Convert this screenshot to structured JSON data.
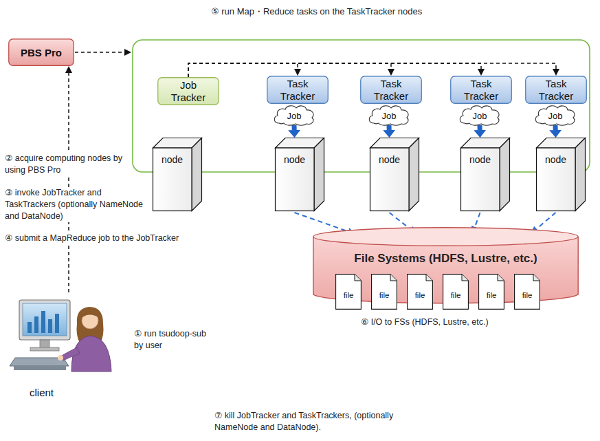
{
  "diagram": {
    "nodes": [
      {
        "text": [
          "PBS Pro"
        ]
      },
      {
        "text": [
          "Job Tracker"
        ]
      },
      {
        "text": [
          "Task Tracker"
        ]
      },
      {
        "text": [
          "Task Tracker"
        ]
      },
      {
        "text": [
          "Task Tracker"
        ]
      },
      {
        "text": [
          "Task Tracker"
        ]
      },
      {
        "text": [
          "Job"
        ]
      },
      {
        "text": [
          "Job"
        ]
      },
      {
        "text": [
          "Job"
        ]
      },
      {
        "text": [
          "Job"
        ]
      },
      {
        "text": [
          "node"
        ]
      },
      {
        "text": [
          "node"
        ]
      },
      {
        "text": [
          "node"
        ]
      },
      {
        "text": [
          "node"
        ]
      },
      {
        "text": [
          "node"
        ]
      },
      {
        "text": [
          "File Systems (HDFS, Lustre, etc.)"
        ]
      },
      {
        "text": [
          "file"
        ]
      },
      {
        "text": [
          "file"
        ]
      },
      {
        "text": [
          "file"
        ]
      },
      {
        "text": [
          "file"
        ]
      },
      {
        "text": [
          "file"
        ]
      },
      {
        "text": [
          "file"
        ]
      },
      {
        "text": [
          "client"
        ]
      }
    ],
    "edges": [
      {
        "from": 22,
        "to": 0,
        "arrow": "to"
      },
      {
        "from": 1,
        "to": 2,
        "arrow": "to"
      },
      {
        "from": 1,
        "to": 3,
        "arrow": "to"
      },
      {
        "from": 1,
        "to": 4,
        "arrow": "to"
      },
      {
        "from": 1,
        "to": 5,
        "arrow": "to"
      },
      {
        "from": 6,
        "to": 11,
        "arrow": "to"
      },
      {
        "from": 7,
        "to": 12,
        "arrow": "to"
      },
      {
        "from": 8,
        "to": 13,
        "arrow": "to"
      },
      {
        "from": 9,
        "to": 14,
        "arrow": "to"
      },
      {
        "from": 11,
        "to": 15,
        "arrow": "to"
      },
      {
        "from": 12,
        "to": 15,
        "arrow": "to"
      },
      {
        "from": 13,
        "to": 15,
        "arrow": "to"
      },
      {
        "from": 14,
        "to": 15,
        "arrow": "to"
      }
    ],
    "labels": [
      "⑤ run Map・Reduce tasks on the TaskTracker nodes",
      "② acquire computing nodes by using PBS Pro",
      "③ invoke JobTracker and TaskTrackers (optionally NameNode and DataNode)",
      "④ submit a MapReduce job to the JobTracker",
      "① run tsudoop-sub by user",
      "⑥ I/O to FSs (HDFS, Lustre, etc.)",
      "⑦ kill JobTracker and TaskTrackers, (optionally NameNode and DataNode)."
    ]
  }
}
